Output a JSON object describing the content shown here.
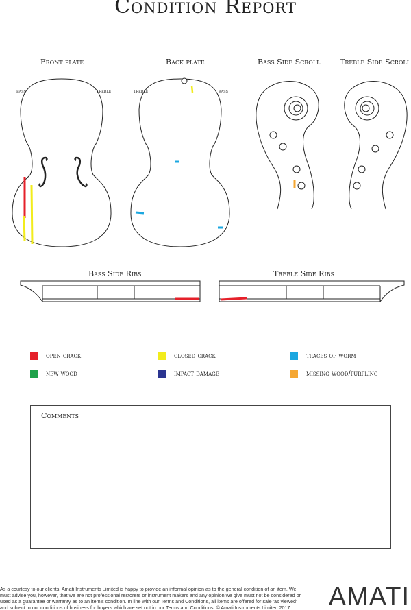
{
  "title": "Condition Report",
  "views": {
    "front": "Front plate",
    "back": "Back plate",
    "bass_scroll": "Bass Side Scroll",
    "treble_scroll": "Treble Side Scroll",
    "bass_ribs": "Bass Side Ribs",
    "treble_ribs": "Treble Side Ribs"
  },
  "sides": {
    "front_left": "bass",
    "front_right": "treble",
    "back_left": "treble",
    "back_right": "bass"
  },
  "legend": [
    {
      "label": "open crack",
      "color": "#e5202a"
    },
    {
      "label": "closed crack",
      "color": "#f2ec1c"
    },
    {
      "label": "traces of worm",
      "color": "#1ba7e0"
    },
    {
      "label": "new wood",
      "color": "#1fa24a"
    },
    {
      "label": "impact damage",
      "color": "#2b3590"
    },
    {
      "label": "missing wood/purfling",
      "color": "#f5a733"
    }
  ],
  "comments": {
    "label": "Comments",
    "value": ""
  },
  "disclaimer": "As a courtesy to our clients, Amati Instruments Limited is happy to provide an informal opinion as to the general condition of an item. We must advise you, however, that we are not professional restorers or instrument makers and any opinion we give must not be considered or used as a guarantee or warranty as to an item's condition. In line with our Terms and Conditions, all items are offered for sale 'as viewed' and subject to our conditions of business for buyers which are set out in our Terms and Conditions. © Amati Instruments Limited 2017",
  "logo": "AMATI"
}
